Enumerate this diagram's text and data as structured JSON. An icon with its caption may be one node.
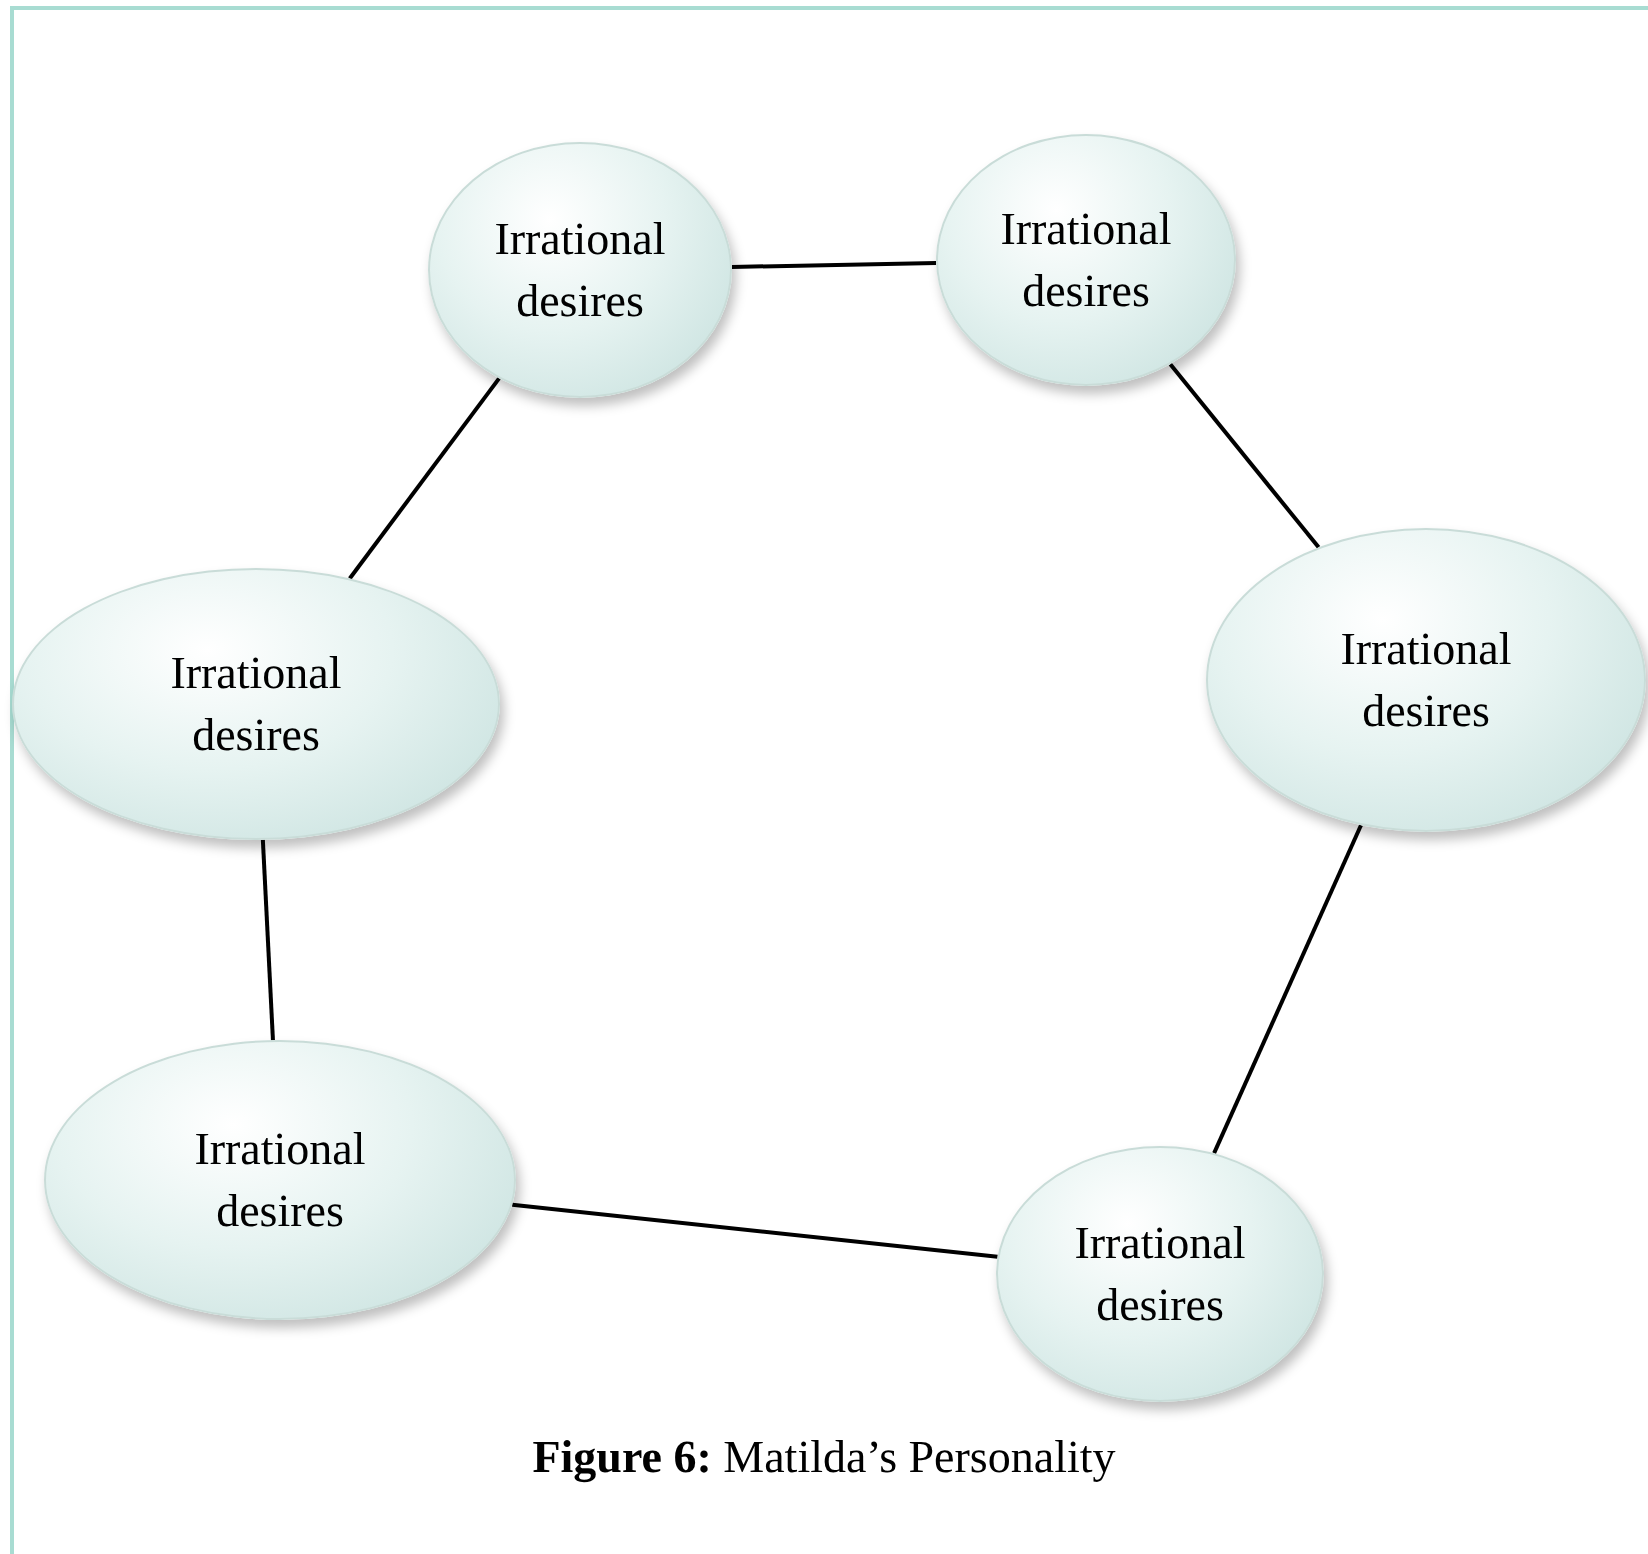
{
  "diagram": {
    "caption": "**Figure 6:** Matilda’s Personality",
    "nodes": [
      {
        "text": [
          "Irrational desires"
        ]
      },
      {
        "text": [
          "Irrational desires"
        ]
      },
      {
        "text": [
          "Irrational desires"
        ]
      },
      {
        "text": [
          "Irrational desires"
        ]
      },
      {
        "text": [
          "Irrational desires"
        ]
      },
      {
        "text": [
          "Irrational desires"
        ]
      }
    ],
    "edges": [
      {
        "from": 0,
        "to": 1,
        "arrow": "none"
      },
      {
        "from": 0,
        "to": 2,
        "arrow": "none"
      },
      {
        "from": 1,
        "to": 3,
        "arrow": "none"
      },
      {
        "from": 2,
        "to": 4,
        "arrow": "none"
      },
      {
        "from": 3,
        "to": 5,
        "arrow": "none"
      },
      {
        "from": 4,
        "to": 5,
        "arrow": "none"
      }
    ]
  }
}
